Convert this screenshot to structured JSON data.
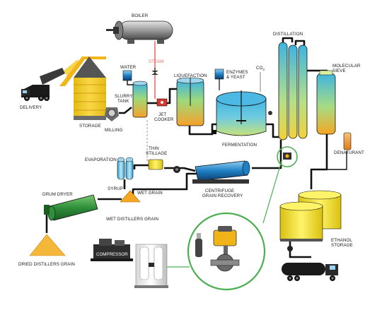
{
  "labels": {
    "boiler": "BOILER",
    "steam": "STEAM",
    "water": "WATER",
    "slurry_tank_1": "SLURRY",
    "slurry_tank_2": "TANK",
    "liquefaction": "LIQUEFACTION",
    "enzymes_1": "ENZYMES",
    "enzymes_2": "& YEAST",
    "co2_main": "CO",
    "co2_sub": "2",
    "distillation": "DISTILLATION",
    "molecular_sieve_1": "MOLECULAR",
    "molecular_sieve_2": "SIEVE",
    "delivery": "DELIVERY",
    "storage": "STORAGE",
    "milling": "MILLING",
    "jet_cooker_1": "JET",
    "jet_cooker_2": "COOKER",
    "fermentation": "FERMENTATION",
    "thin_stillage_1": "THIN",
    "thin_stillage_2": "STILLAGE",
    "evaporation": "EVAPORATION",
    "denaturant": "DENATURANT",
    "centrifuge_1": "CENTRIFUGE",
    "centrifuge_2": "GRAIN RECOVERY",
    "syrup": "SYRUP",
    "wet_grain": "WET GRAIN",
    "drum_dryer": "DRUM DRYER",
    "wet_distillers_grain": "WET DISTILLERS GRAIN",
    "dried_distillers_grain": "DRIED DISTILLERS GRAIN",
    "compressor": "COMPRESSOR",
    "ethanol_storage_1": "ETHANOL",
    "ethanol_storage_2": "STORAGE"
  },
  "icons": {
    "delivery": "dump-truck-icon",
    "storage": "grain-silo-icon",
    "boiler": "boiler-icon",
    "compressor": "air-compressor-icon",
    "tanker": "tanker-truck-icon",
    "actuator": "valve-actuator-icon"
  },
  "colors": {
    "steam_line": "#e8706e",
    "gas_line": "#9a9a9a",
    "callout_ring": "#4caf50",
    "dryer_green": "#2f8f3a",
    "storage_yellow": "#f5e61e"
  }
}
